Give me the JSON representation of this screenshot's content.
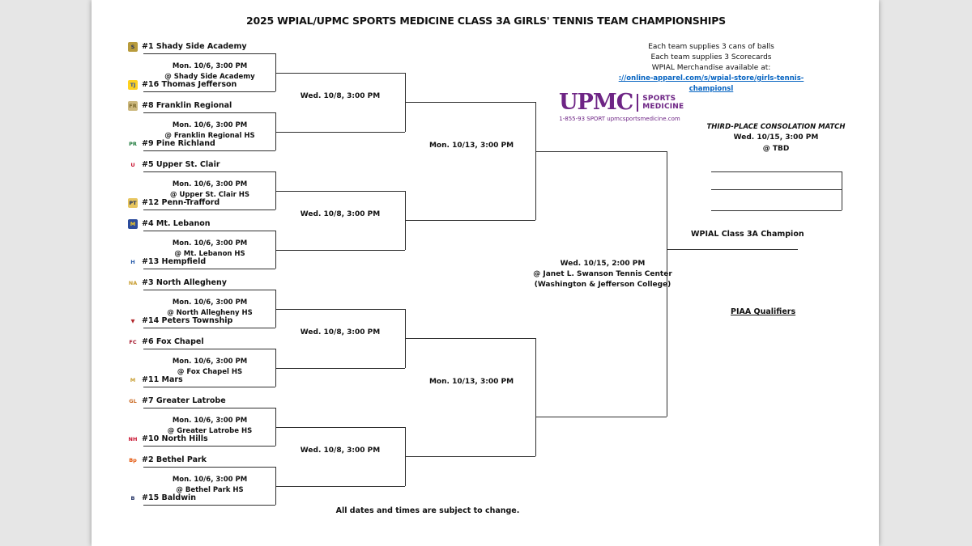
{
  "page": {
    "title": "2025 WPIAL/UPMC SPORTS MEDICINE CLASS 3A GIRLS' TENNIS TEAM CHAMPIONSHIPS",
    "footer": "All dates and times are subject to change."
  },
  "notes": {
    "line1": "Each team supplies 3 cans of balls",
    "line2": "Each team supplies 3 Scorecards",
    "line3": "WPIAL Merchandise available at:",
    "link": "://online-apparel.com/s/wpial-store/girls-tennis-championsl"
  },
  "sponsor": {
    "name": "UPMC",
    "division_line1": "SPORTS",
    "division_line2": "MEDICINE",
    "contact": "1-855-93 SPORT upmcsportsmedicine.com",
    "brand_color": "#6e2585"
  },
  "round1": [
    {
      "datetime": "Mon. 10/6, 3:00 PM",
      "location": "@ Shady Side Academy",
      "top": {
        "name": "#1 Shady Side Academy",
        "logo": {
          "text": "S",
          "bg": "#b89b3c",
          "fg": "#26355c"
        }
      },
      "bottom": {
        "name": "#16 Thomas Jefferson",
        "logo": {
          "text": "TJ",
          "bg": "#ffd21f",
          "fg": "#2b52a3"
        }
      }
    },
    {
      "datetime": "Mon. 10/6, 3:00 PM",
      "location": "@ Franklin Regional HS",
      "top": {
        "name": "#8 Franklin Regional",
        "logo": {
          "text": "FR",
          "bg": "#cdb97f",
          "fg": "#7c6a2e"
        }
      },
      "bottom": {
        "name": "#9 Pine Richland",
        "logo": {
          "text": "PR",
          "bg": "transparent",
          "fg": "#1e7a3c"
        }
      }
    },
    {
      "datetime": "Mon. 10/6, 3:00 PM",
      "location": "@ Upper St. Clair HS",
      "top": {
        "name": "#5 Upper St. Clair",
        "logo": {
          "text": "U",
          "bg": "transparent",
          "fg": "#c8102e"
        }
      },
      "bottom": {
        "name": "#12 Penn-Trafford",
        "logo": {
          "text": "PT",
          "bg": "#e7c55f",
          "fg": "#20315e"
        }
      }
    },
    {
      "datetime": "Mon. 10/6, 3:00 PM",
      "location": "@ Mt. Lebanon HS",
      "top": {
        "name": "#4 Mt. Lebanon",
        "logo": {
          "text": "M",
          "bg": "#2c4c9c",
          "fg": "#ffd21f"
        }
      },
      "bottom": {
        "name": "#13 Hempfield",
        "logo": {
          "text": "H",
          "bg": "transparent",
          "fg": "#2257a8"
        }
      }
    },
    {
      "datetime": "Mon. 10/6, 3:00 PM",
      "location": "@ North Allegheny HS",
      "top": {
        "name": "#3 North Allegheny",
        "logo": {
          "text": "NA",
          "bg": "transparent",
          "fg": "#c79c2e"
        }
      },
      "bottom": {
        "name": "#14 Peters Township",
        "logo": {
          "text": "▼",
          "bg": "transparent",
          "fg": "#b3282d"
        }
      }
    },
    {
      "datetime": "Mon. 10/6, 3:00 PM",
      "location": "@ Fox Chapel HS",
      "top": {
        "name": "#6 Fox Chapel",
        "logo": {
          "text": "FC",
          "bg": "transparent",
          "fg": "#a6192e"
        }
      },
      "bottom": {
        "name": "#11 Mars",
        "logo": {
          "text": "M",
          "bg": "transparent",
          "fg": "#c79c2e"
        }
      }
    },
    {
      "datetime": "Mon. 10/6, 3:00 PM",
      "location": "@ Greater Latrobe HS",
      "top": {
        "name": "#7 Greater Latrobe",
        "logo": {
          "text": "GL",
          "bg": "transparent",
          "fg": "#c8671f"
        }
      },
      "bottom": {
        "name": "#10 North Hills",
        "logo": {
          "text": "NH",
          "bg": "transparent",
          "fg": "#c8102e"
        }
      }
    },
    {
      "datetime": "Mon. 10/6, 3:00 PM",
      "location": "@ Bethel Park HS",
      "top": {
        "name": "#2 Bethel Park",
        "logo": {
          "text": "Bp",
          "bg": "transparent",
          "fg": "#e35205"
        }
      },
      "bottom": {
        "name": "#15 Baldwin",
        "logo": {
          "text": "B",
          "bg": "transparent",
          "fg": "#1a2a5e"
        }
      }
    }
  ],
  "round2": {
    "labels": [
      "Wed. 10/8, 3:00 PM",
      "Wed. 10/8, 3:00 PM",
      "Wed. 10/8, 3:00 PM",
      "Wed. 10/8, 3:00 PM"
    ]
  },
  "semifinals": {
    "labels": [
      "Mon. 10/13, 3:00 PM",
      "Mon. 10/13, 3:00 PM"
    ]
  },
  "final": {
    "datetime": "Wed. 10/15, 2:00 PM",
    "venue": "@ Janet L. Swanson Tennis Center",
    "venue_detail": "(Washington & Jefferson College)"
  },
  "third_place": {
    "title": "THIRD-PLACE CONSOLATION MATCH",
    "datetime": "Wed. 10/15, 3:00 PM",
    "location": "@ TBD"
  },
  "labels": {
    "champion": "WPIAL Class 3A Champion",
    "piaa": "PIAA Qualifiers"
  }
}
